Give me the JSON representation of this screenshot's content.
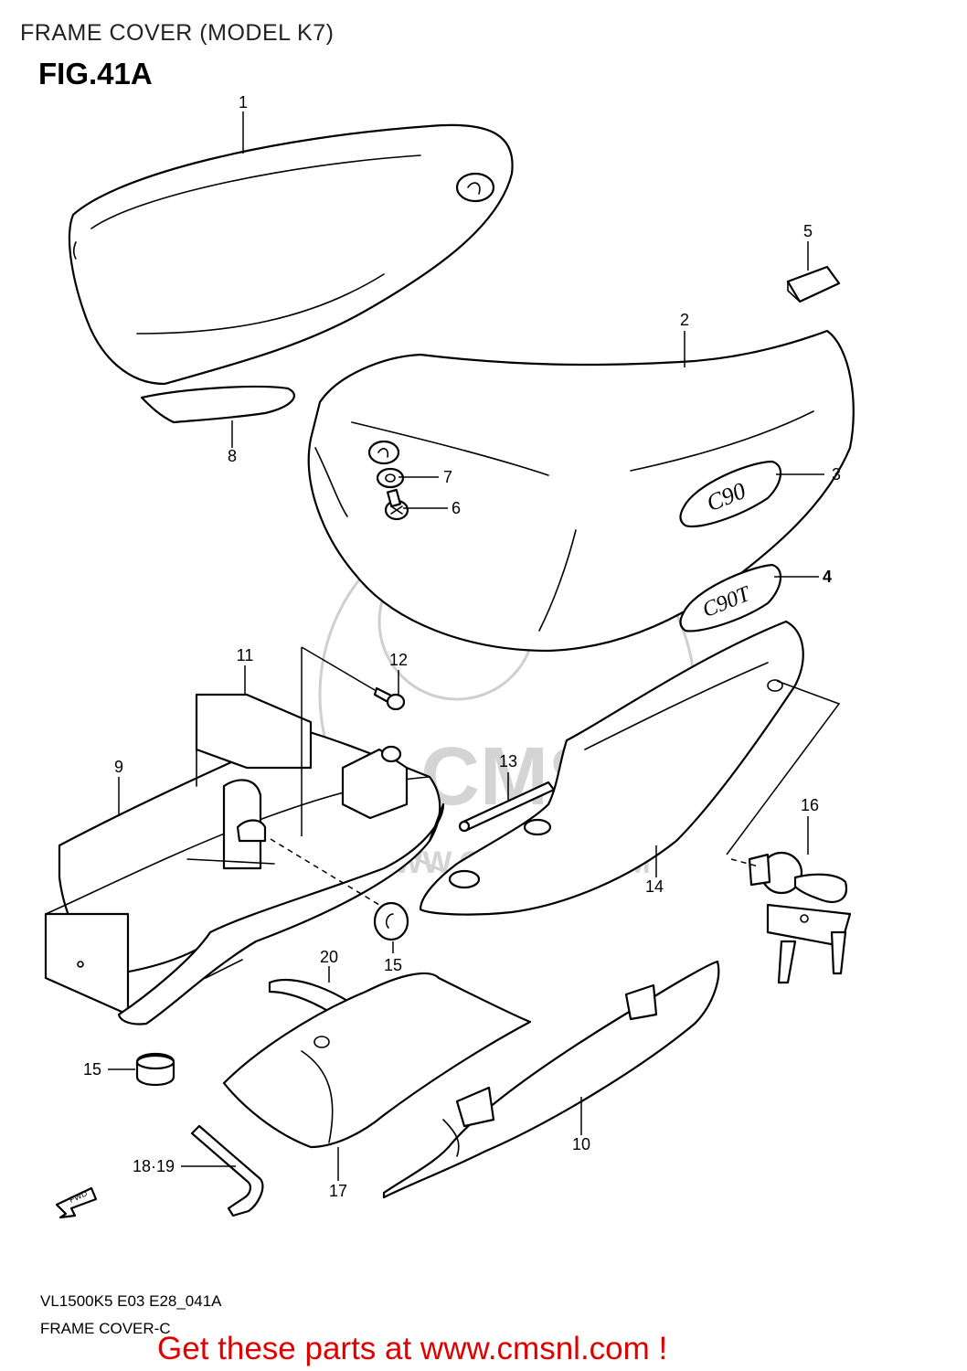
{
  "header": {
    "title": "FRAME COVER (MODEL K7)",
    "figure": "FIG.41A"
  },
  "diagram": {
    "callouts": [
      {
        "id": "1",
        "label": "1"
      },
      {
        "id": "2",
        "label": "2"
      },
      {
        "id": "3",
        "label": "3"
      },
      {
        "id": "4",
        "label": "4"
      },
      {
        "id": "5",
        "label": "5"
      },
      {
        "id": "6",
        "label": "6"
      },
      {
        "id": "7",
        "label": "7"
      },
      {
        "id": "8",
        "label": "8"
      },
      {
        "id": "9",
        "label": "9"
      },
      {
        "id": "10",
        "label": "10"
      },
      {
        "id": "11",
        "label": "11"
      },
      {
        "id": "12",
        "label": "12"
      },
      {
        "id": "13",
        "label": "13"
      },
      {
        "id": "14",
        "label": "14"
      },
      {
        "id": "15a",
        "label": "15"
      },
      {
        "id": "15b",
        "label": "15"
      },
      {
        "id": "16",
        "label": "16"
      },
      {
        "id": "17",
        "label": "17"
      },
      {
        "id": "18-19",
        "label": "18·19"
      },
      {
        "id": "20",
        "label": "20"
      }
    ],
    "emblem_upper": "C90",
    "emblem_lower": "C90T",
    "fwd_arrow": "FWD",
    "watermark_text": "WWW.CMSNL.COM",
    "watermark_logo": "CMS"
  },
  "footer": {
    "code": "VL1500K5 E03 E28_041A",
    "subtitle": "FRAME COVER-C",
    "promo": "Get these parts at www.cmsnl.com !",
    "promo_color": "#e10000"
  }
}
